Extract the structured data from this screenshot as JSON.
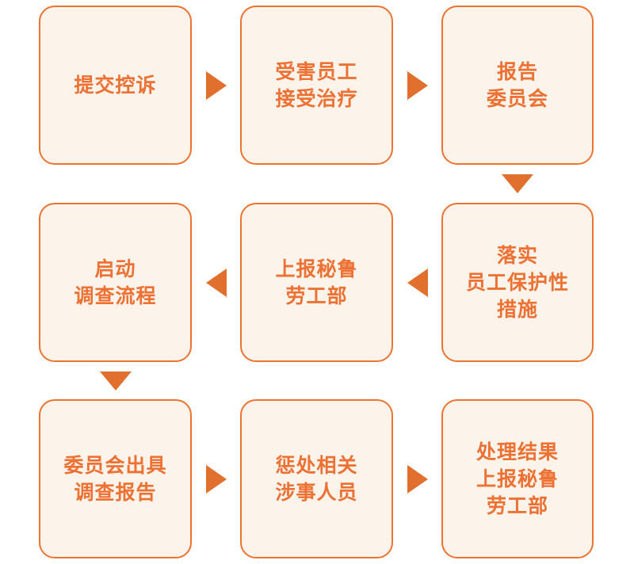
{
  "colors": {
    "node_fill": "#FCF3EB",
    "node_border": "#EC7330",
    "node_text": "#ED7132",
    "arrow": "#E1702F",
    "background": "#FFFFFF"
  },
  "flow": {
    "type": "flowchart",
    "direction": "snake-left-to-right",
    "nodes": [
      {
        "id": "submit-complaint",
        "step": 1,
        "label": "提交控诉"
      },
      {
        "id": "victim-treatment",
        "step": 2,
        "label": "受害员工\n接受治疗"
      },
      {
        "id": "report-committee",
        "step": 3,
        "label": "报告\n委员会"
      },
      {
        "id": "implement-protection",
        "step": 4,
        "label": "落实\n员工保护性\n措施"
      },
      {
        "id": "report-peru-labor-ministry",
        "step": 5,
        "label": "上报秘鲁\n劳工部"
      },
      {
        "id": "start-investigation",
        "step": 6,
        "label": "启动\n调查流程"
      },
      {
        "id": "committee-issues-report",
        "step": 7,
        "label": "委员会出具\n调查报告"
      },
      {
        "id": "punish-involved",
        "step": 8,
        "label": "惩处相关\n涉事人员"
      },
      {
        "id": "results-report-peru-labor-ministry",
        "step": 9,
        "label": "处理结果\n上报秘鲁\n劳工部"
      }
    ],
    "arrows": [
      {
        "from": 1,
        "to": 2,
        "direction": "right"
      },
      {
        "from": 2,
        "to": 3,
        "direction": "right"
      },
      {
        "from": 3,
        "to": 4,
        "direction": "down"
      },
      {
        "from": 4,
        "to": 5,
        "direction": "left"
      },
      {
        "from": 5,
        "to": 6,
        "direction": "left"
      },
      {
        "from": 6,
        "to": 7,
        "direction": "down"
      },
      {
        "from": 7,
        "to": 8,
        "direction": "right"
      },
      {
        "from": 8,
        "to": 9,
        "direction": "right"
      }
    ]
  }
}
